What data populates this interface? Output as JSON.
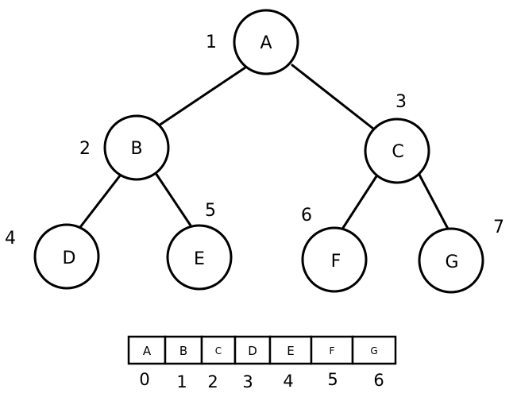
{
  "tree": {
    "nodes": [
      {
        "id": "A",
        "label": "A",
        "index": "1"
      },
      {
        "id": "B",
        "label": "B",
        "index": "2"
      },
      {
        "id": "C",
        "label": "C",
        "index": "3"
      },
      {
        "id": "D",
        "label": "D",
        "index": "4"
      },
      {
        "id": "E",
        "label": "E",
        "index": "5"
      },
      {
        "id": "F",
        "label": "F",
        "index": "6"
      },
      {
        "id": "G",
        "label": "G",
        "index": "7"
      }
    ],
    "edges": [
      {
        "from": "A",
        "to": "B"
      },
      {
        "from": "A",
        "to": "C"
      },
      {
        "from": "B",
        "to": "D"
      },
      {
        "from": "B",
        "to": "E"
      },
      {
        "from": "C",
        "to": "F"
      },
      {
        "from": "C",
        "to": "G"
      }
    ]
  },
  "array": {
    "cells": [
      {
        "value": "A",
        "index": "0"
      },
      {
        "value": "B",
        "index": "1"
      },
      {
        "value": "C",
        "index": "2"
      },
      {
        "value": "D",
        "index": "3"
      },
      {
        "value": "E",
        "index": "4"
      },
      {
        "value": "F",
        "index": "5"
      },
      {
        "value": "G",
        "index": "6"
      }
    ]
  }
}
